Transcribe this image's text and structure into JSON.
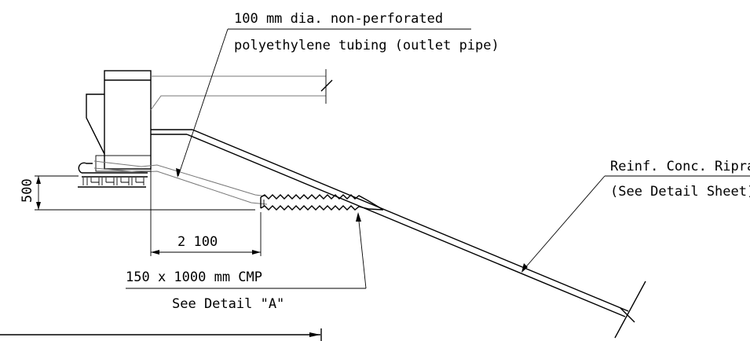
{
  "labels": {
    "outlet_pipe_line1": "100 mm dia. non-perforated",
    "outlet_pipe_line2": "polyethylene tubing (outlet pipe)",
    "riprap_line1": "Reinf. Conc. Riprap",
    "riprap_line2": "(See Detail Sheet)",
    "cmp_line1": "150 x 1000 mm CMP",
    "cmp_line2": "See Detail \"A\"",
    "dim_vertical": "500",
    "dim_horizontal": "2 100"
  }
}
